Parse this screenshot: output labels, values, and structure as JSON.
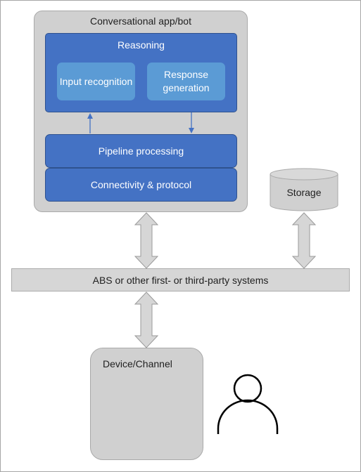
{
  "app": {
    "title": "Conversational app/bot"
  },
  "reasoning": {
    "title": "Reasoning",
    "input_recognition": "Input recognition",
    "response_generation": "Response generation"
  },
  "pipeline": {
    "label": "Pipeline processing"
  },
  "connectivity": {
    "label": "Connectivity & protocol"
  },
  "storage": {
    "label": "Storage"
  },
  "abs": {
    "label": "ABS or other first- or third-party  systems"
  },
  "device": {
    "label": "Device/Channel"
  },
  "colors": {
    "dark_blue": "#4472c4",
    "light_blue": "#5b9bd5",
    "gray": "#d0d0d0"
  },
  "icons": {
    "user": "user-icon"
  }
}
